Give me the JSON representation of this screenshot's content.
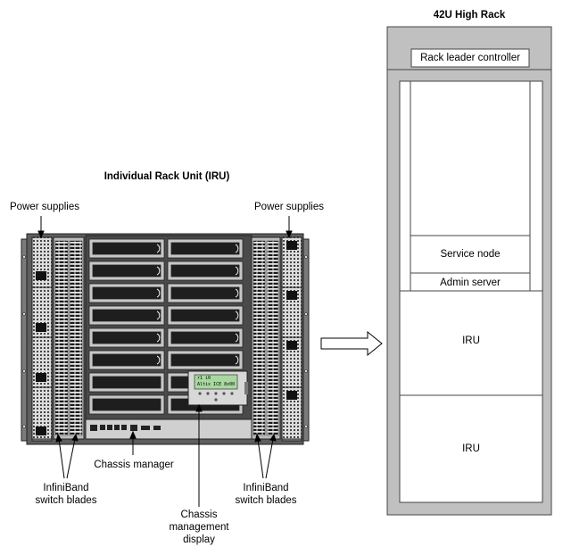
{
  "iru": {
    "title": "Individual Rack Unit (IRU)",
    "power_supplies_left": "Power supplies",
    "power_supplies_right": "Power supplies",
    "chassis_manager": "Chassis manager",
    "infiniband_left": [
      "InfiniBand",
      "switch blades"
    ],
    "infiniband_right": [
      "InfiniBand",
      "switch blades"
    ],
    "cmd_display": [
      "Chassis",
      "management",
      "display"
    ],
    "lcd_text": [
      "r1 i0",
      "Altix ICE 8x00"
    ]
  },
  "rack": {
    "title": "42U High Rack",
    "rack_leader_controller": "Rack leader controller",
    "service_node": "Service node",
    "admin_server": "Admin server",
    "iru_upper": "IRU",
    "iru_lower": "IRU"
  },
  "colors": {
    "chassis": "#6e6e6e",
    "blade": "#c7c7c7",
    "blade_dark": "#1e1e1e",
    "rack_frame": "#c0c0c0",
    "lcd": "#a8d8a0"
  }
}
